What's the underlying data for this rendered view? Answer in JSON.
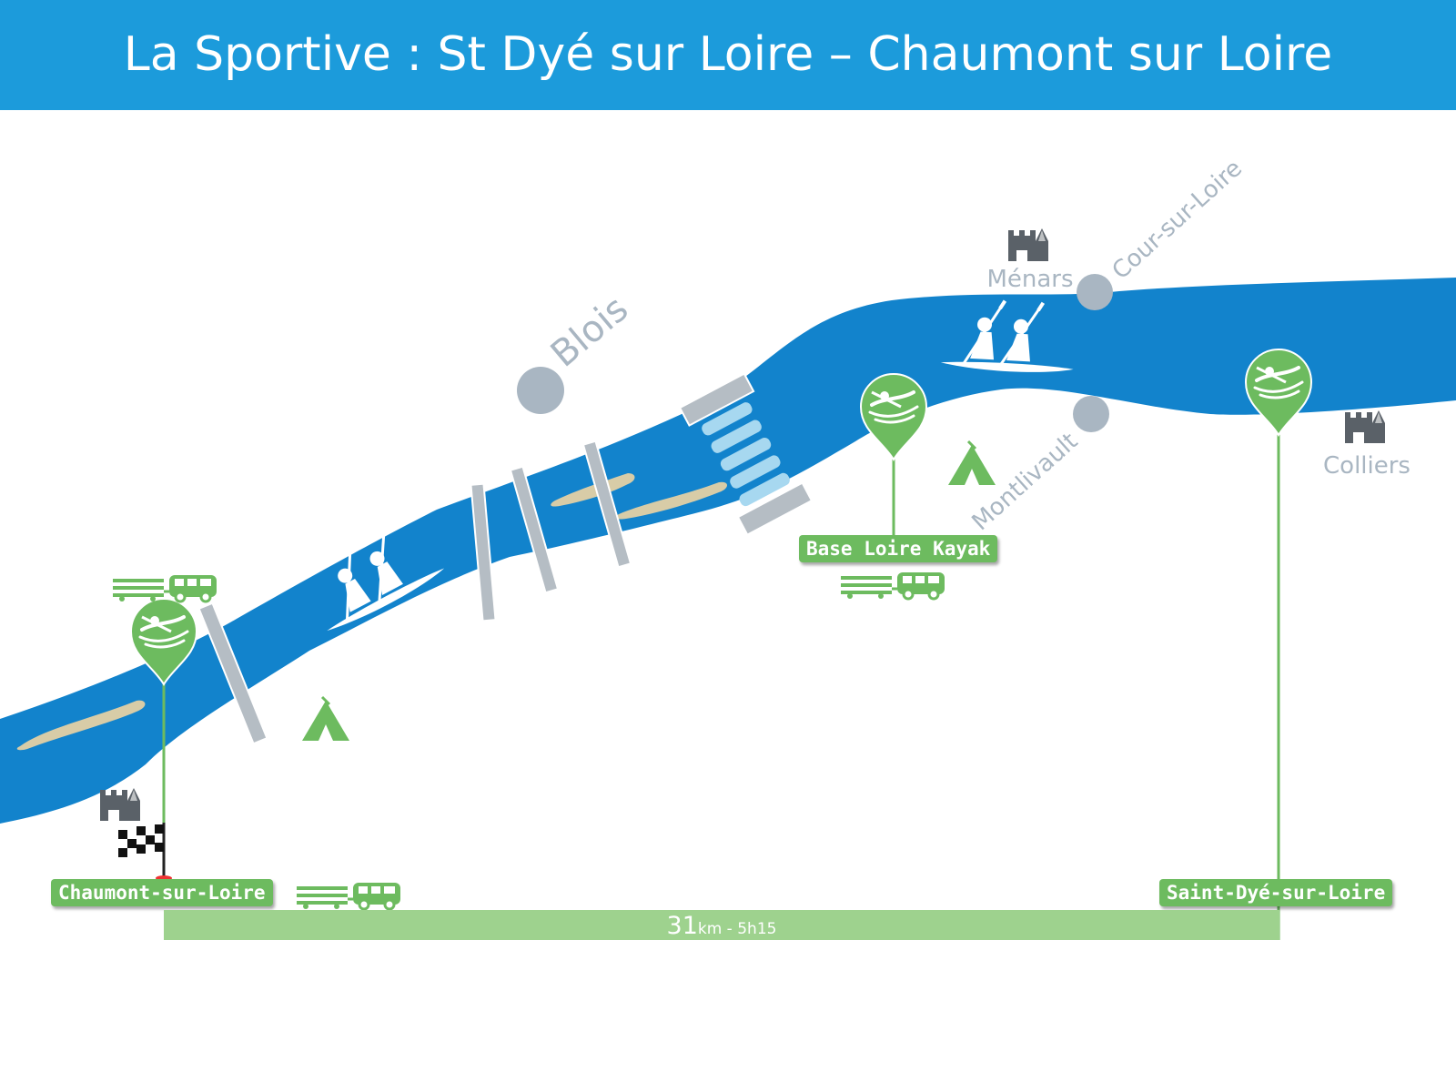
{
  "header": {
    "title": "La Sportive : St Dyé sur Loire – Chaumont sur Loire"
  },
  "colors": {
    "header": "#1c9bdb",
    "river": "#1283cc",
    "green": "#6dbb5f",
    "town": "#a9b6c2",
    "distance_bar": "#9ed28e"
  },
  "towns": {
    "blois": "Blois",
    "menars": "Ménars",
    "cour_sur_loire": "Cour-sur-Loire",
    "montlivault": "Montlivault",
    "colliers": "Colliers"
  },
  "stops": {
    "start": "Saint-Dyé-sur-Loire",
    "base": "Base Loire Kayak",
    "finish": "Chaumont-sur-Loire"
  },
  "distance": {
    "km": "31",
    "unit": "km",
    "separator": " - ",
    "duration": "5h15"
  },
  "icons": [
    "kayak-pin-icon",
    "castle-icon",
    "camping-tent-icon",
    "bus-trailer-icon",
    "checkered-flag-icon",
    "kayakers-icon",
    "bridge-icon",
    "weir-icon",
    "sandbank-icon"
  ]
}
